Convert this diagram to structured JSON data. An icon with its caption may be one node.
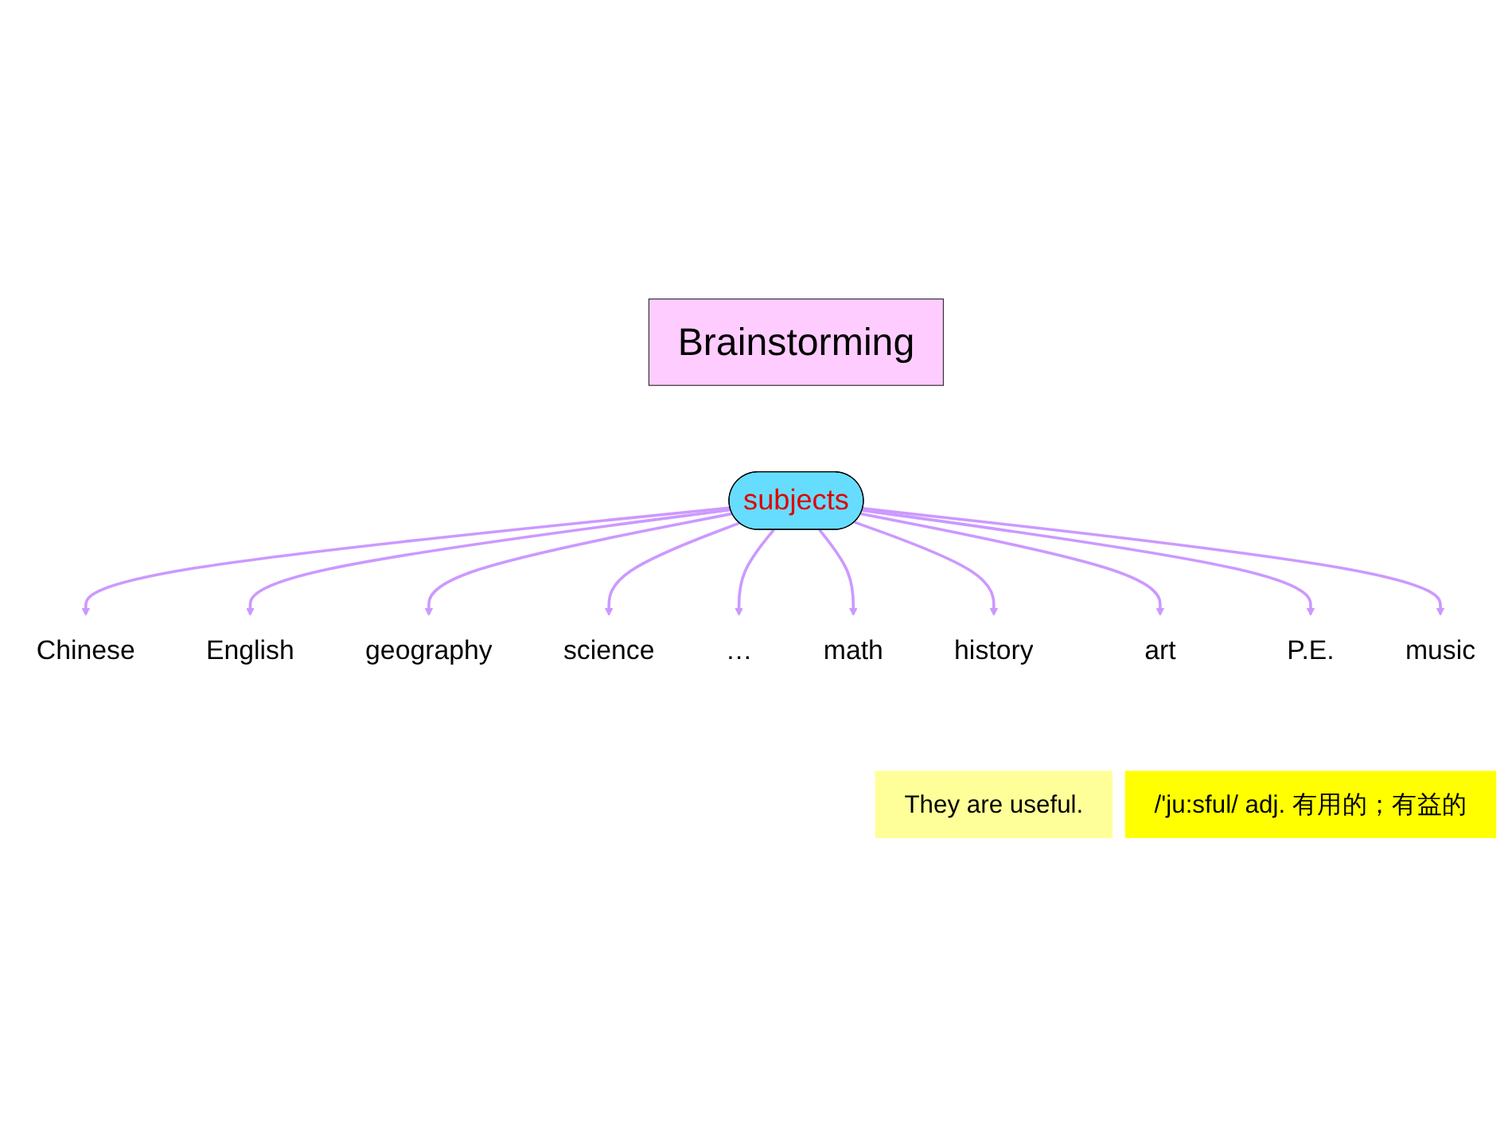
{
  "diagram": {
    "nodes": [
      {
        "text": [
          "Brainstorming"
        ]
      },
      {
        "text": [
          "Chinese"
        ]
      },
      {
        "text": [
          "English"
        ]
      },
      {
        "text": [
          "geography"
        ]
      },
      {
        "text": [
          "science"
        ]
      },
      {
        "text": [
          "subjects"
        ]
      },
      {
        "text": [
          "…"
        ]
      },
      {
        "text": [
          "math"
        ]
      },
      {
        "text": [
          "history"
        ]
      },
      {
        "text": [
          "art"
        ]
      },
      {
        "text": [
          "P.E."
        ]
      },
      {
        "text": [
          "music"
        ]
      },
      {
        "text": [
          "They are useful."
        ]
      },
      {
        "text": [
          "/'ju:sful/ adj. 有用的；有益的"
        ]
      }
    ],
    "edges": [
      {
        "from": 5,
        "to": 1,
        "arrow": "to"
      },
      {
        "from": 5,
        "to": 2,
        "arrow": "to"
      },
      {
        "from": 5,
        "to": 3,
        "arrow": "to"
      },
      {
        "from": 5,
        "to": 4,
        "arrow": "to"
      },
      {
        "from": 5,
        "to": 6,
        "arrow": "to"
      },
      {
        "from": 5,
        "to": 7,
        "arrow": "to"
      },
      {
        "from": 5,
        "to": 8,
        "arrow": "to"
      },
      {
        "from": 5,
        "to": 9,
        "arrow": "to"
      },
      {
        "from": 5,
        "to": 10,
        "arrow": "to"
      },
      {
        "from": 5,
        "to": 11,
        "arrow": "to"
      }
    ]
  }
}
